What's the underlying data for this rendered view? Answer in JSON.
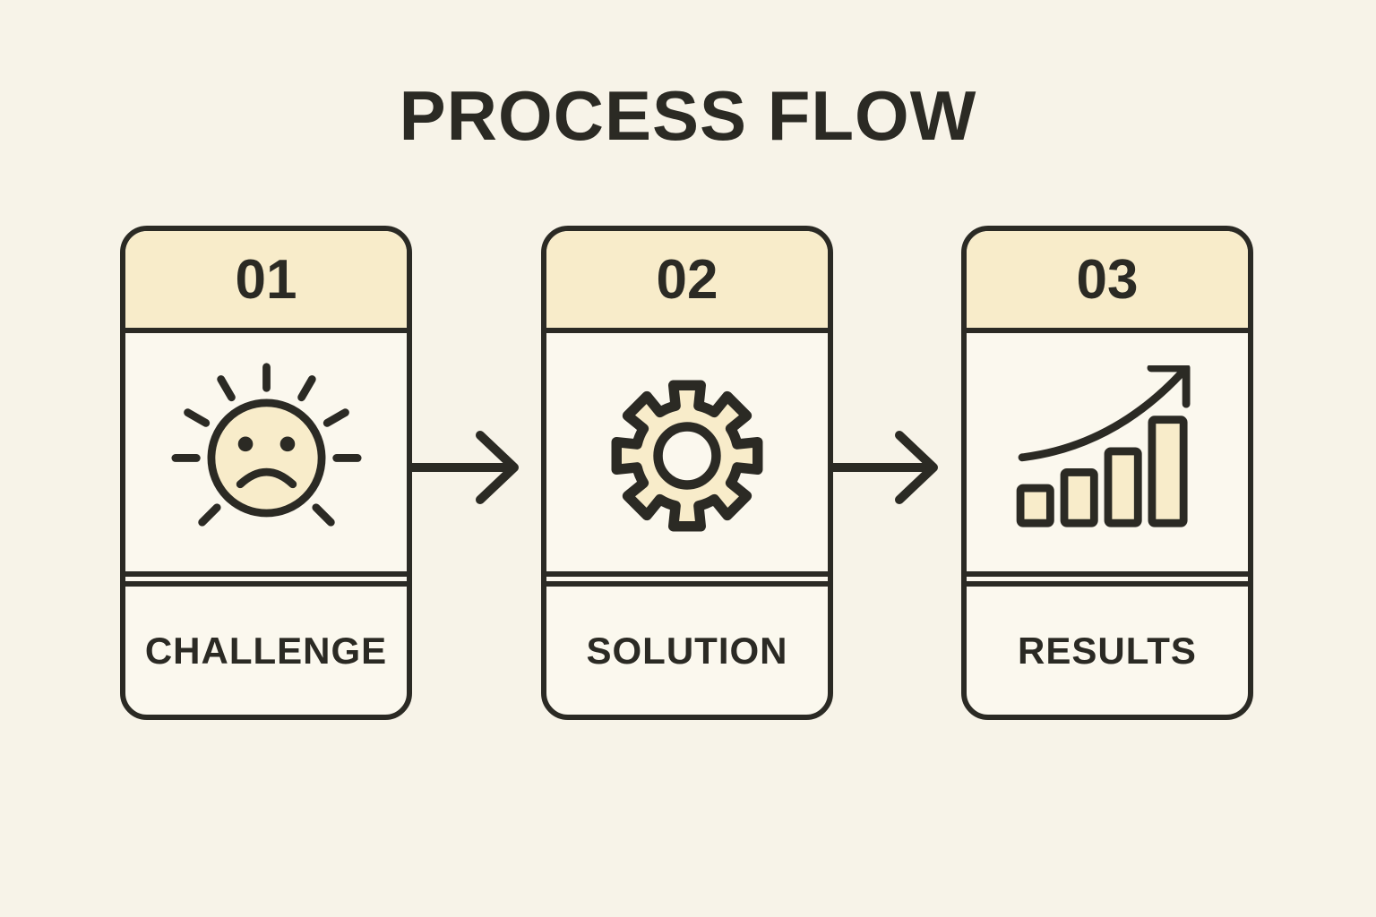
{
  "title": "PROCESS FLOW",
  "steps": [
    {
      "number": "01",
      "label": "CHALLENGE",
      "icon": "sad-face-icon"
    },
    {
      "number": "02",
      "label": "SOLUTION",
      "icon": "gear-icon"
    },
    {
      "number": "03",
      "label": "RESULTS",
      "icon": "growth-chart-icon"
    }
  ],
  "colors": {
    "background": "#f7f3e8",
    "card_background": "#fbf8ee",
    "accent_fill": "#f8ecca",
    "ink": "#2b2a24"
  }
}
